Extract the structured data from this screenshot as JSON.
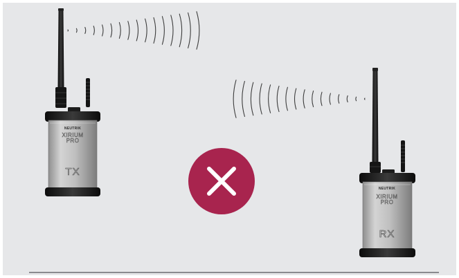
{
  "colors": {
    "background": "#e6e7e9",
    "frame": "#ffffff",
    "baseline": "#8a8a8e",
    "wave": "#3c3c3c",
    "error_badge": "#a8244e",
    "device_body": "#b9b9b9",
    "device_frame": "#1a1a1a"
  },
  "devices": [
    {
      "role": "transmitter",
      "brand": "NEUTRIK",
      "model_line1": "XIRIUM",
      "model_line2": "PRO",
      "code": "TX"
    },
    {
      "role": "receiver",
      "brand": "NEUTRIK",
      "model_line1": "XIRIUM",
      "model_line2": "PRO",
      "code": "RX"
    }
  ],
  "signal_waves": {
    "transmitter": {
      "direction": "right",
      "arcs": 16,
      "icon": "radio-wave-icon"
    },
    "receiver": {
      "direction": "left",
      "arcs": 16,
      "icon": "radio-wave-icon"
    }
  },
  "status": {
    "icon": "close-icon",
    "meaning": "no-link",
    "color": "#a8244e"
  }
}
